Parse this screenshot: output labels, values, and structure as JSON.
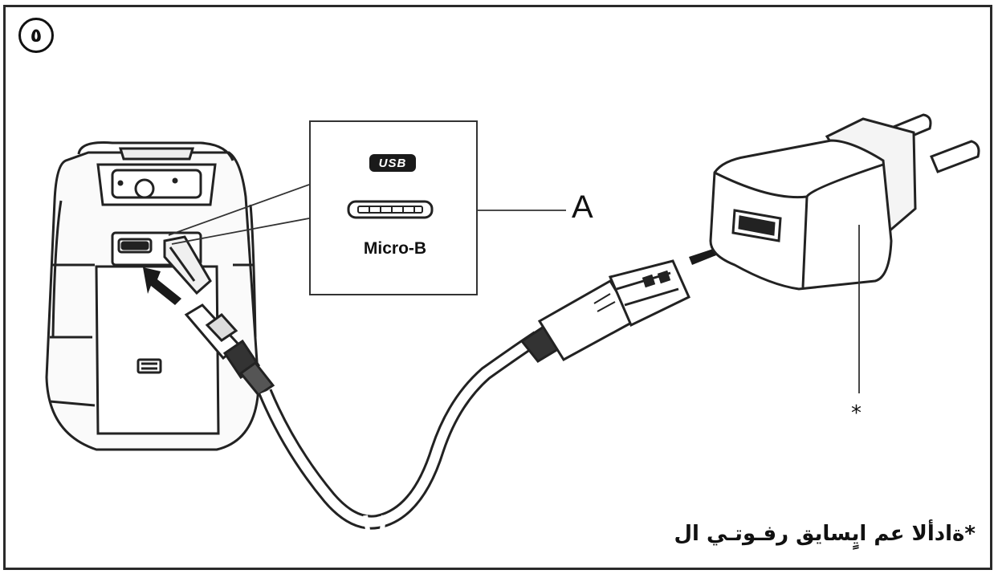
{
  "figure": {
    "step_number": "٥",
    "usb_logo_text": "USB",
    "port_type_label": "Micro-B",
    "callout_label": "A",
    "charger_marker": "*",
    "footnote_text": "*ةادألا عم ايٍساي‍ق رفـوتـي ال"
  },
  "icons": {
    "device": "laser-level-device-icon",
    "port": "micro-usb-port-icon",
    "cable": "usb-cable-icon",
    "charger": "usb-wall-charger-icon",
    "arrow": "insert-arrow-icon"
  }
}
